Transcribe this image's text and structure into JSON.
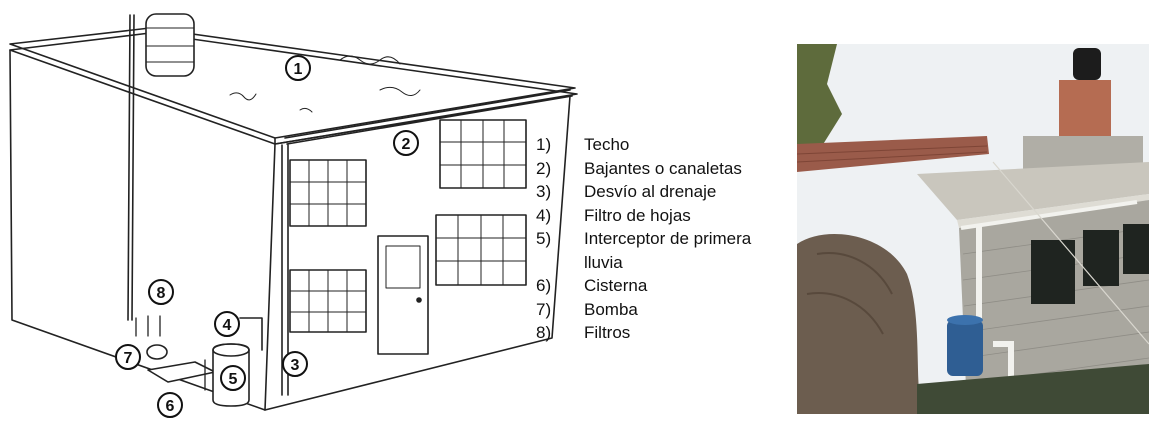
{
  "callouts": [
    "1",
    "2",
    "3",
    "4",
    "5",
    "6",
    "7",
    "8"
  ],
  "legend": [
    {
      "num": "1)",
      "text": "Techo"
    },
    {
      "num": "2)",
      "text": "Bajantes o canaletas"
    },
    {
      "num": "3)",
      "text": "Desvío al drenaje"
    },
    {
      "num": "4)",
      "text": "Filtro de hojas"
    },
    {
      "num": "5)",
      "text": "Interceptor de primera lluvia"
    },
    {
      "num": "6)",
      "text": "Cisterna"
    },
    {
      "num": "7)",
      "text": "Bomba"
    },
    {
      "num": "8)",
      "text": "Filtros"
    }
  ],
  "colors": {
    "line": "#222222",
    "sky": "#eef1f3",
    "concrete": "#c9c6bd",
    "brick": "#a9a79f",
    "roof_red": "#9a5b4a",
    "tank_blue": "#2f5e93",
    "pipe_white": "#f2f2ee",
    "vegetation": "#5e6b3c"
  }
}
